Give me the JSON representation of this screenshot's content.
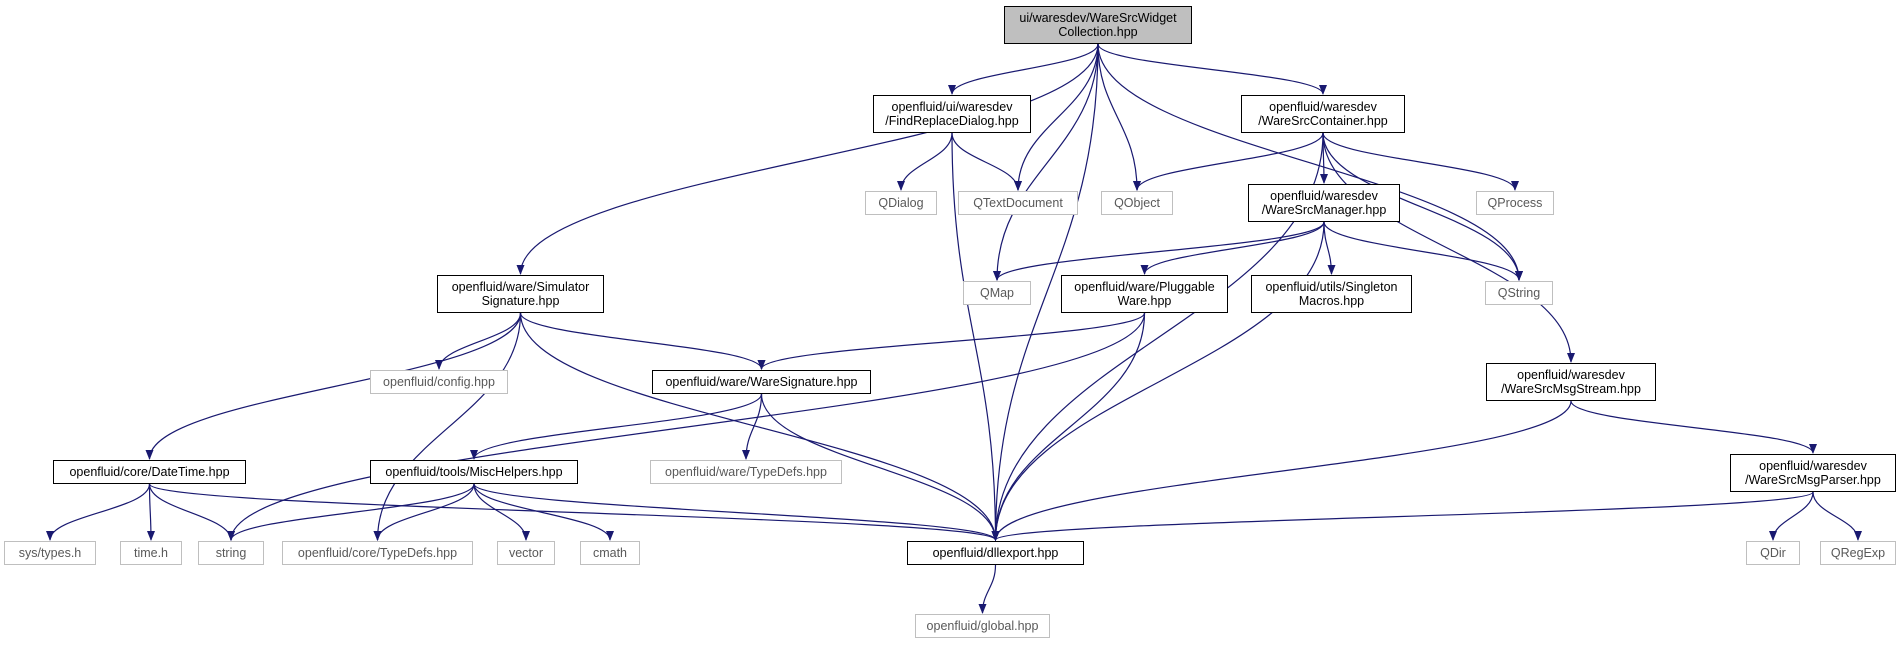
{
  "colors": {
    "edge": "#191970",
    "node_border": "#000000",
    "ext_border": "#bfbfbf",
    "root_fill": "#bfbfbf"
  },
  "nodes": [
    {
      "id": "root",
      "label": "ui/waresdev/WareSrcWidget\nCollection.hpp",
      "kind": "root"
    },
    {
      "id": "frd",
      "label": "openfluid/ui/waresdev\n/FindReplaceDialog.hpp",
      "kind": "file"
    },
    {
      "id": "wsc",
      "label": "openfluid/waresdev\n/WareSrcContainer.hpp",
      "kind": "file"
    },
    {
      "id": "qdialog",
      "label": "QDialog",
      "kind": "external"
    },
    {
      "id": "qtextdoc",
      "label": "QTextDocument",
      "kind": "external"
    },
    {
      "id": "qobject",
      "label": "QObject",
      "kind": "external"
    },
    {
      "id": "qprocess",
      "label": "QProcess",
      "kind": "external"
    },
    {
      "id": "wsm",
      "label": "openfluid/waresdev\n/WareSrcManager.hpp",
      "kind": "file"
    },
    {
      "id": "simsig",
      "label": "openfluid/ware/Simulator\nSignature.hpp",
      "kind": "file"
    },
    {
      "id": "qmap",
      "label": "QMap",
      "kind": "external"
    },
    {
      "id": "pluggable",
      "label": "openfluid/ware/Pluggable\nWare.hpp",
      "kind": "file"
    },
    {
      "id": "singleton",
      "label": "openfluid/utils/Singleton\nMacros.hpp",
      "kind": "file"
    },
    {
      "id": "qstring",
      "label": "QString",
      "kind": "external"
    },
    {
      "id": "config",
      "label": "openfluid/config.hpp",
      "kind": "external"
    },
    {
      "id": "waresig",
      "label": "openfluid/ware/WareSignature.hpp",
      "kind": "file"
    },
    {
      "id": "msgstream",
      "label": "openfluid/waresdev\n/WareSrcMsgStream.hpp",
      "kind": "file"
    },
    {
      "id": "datetime",
      "label": "openfluid/core/DateTime.hpp",
      "kind": "file"
    },
    {
      "id": "misc",
      "label": "openfluid/tools/MiscHelpers.hpp",
      "kind": "file"
    },
    {
      "id": "waretypedefs",
      "label": "openfluid/ware/TypeDefs.hpp",
      "kind": "external"
    },
    {
      "id": "msgparser",
      "label": "openfluid/waresdev\n/WareSrcMsgParser.hpp",
      "kind": "file"
    },
    {
      "id": "systypes",
      "label": "sys/types.h",
      "kind": "external"
    },
    {
      "id": "timeh",
      "label": "time.h",
      "kind": "external"
    },
    {
      "id": "string",
      "label": "string",
      "kind": "external"
    },
    {
      "id": "coretypedefs",
      "label": "openfluid/core/TypeDefs.hpp",
      "kind": "external"
    },
    {
      "id": "vector",
      "label": "vector",
      "kind": "external"
    },
    {
      "id": "cmath",
      "label": "cmath",
      "kind": "external"
    },
    {
      "id": "dllexport",
      "label": "openfluid/dllexport.hpp",
      "kind": "file"
    },
    {
      "id": "qdir",
      "label": "QDir",
      "kind": "external"
    },
    {
      "id": "qregexp",
      "label": "QRegExp",
      "kind": "external"
    },
    {
      "id": "global",
      "label": "openfluid/global.hpp",
      "kind": "external"
    }
  ],
  "edges": [
    [
      "root",
      "frd"
    ],
    [
      "root",
      "wsc"
    ],
    [
      "root",
      "qtextdoc"
    ],
    [
      "root",
      "qobject"
    ],
    [
      "root",
      "simsig"
    ],
    [
      "root",
      "qmap"
    ],
    [
      "root",
      "qstring"
    ],
    [
      "root",
      "dllexport"
    ],
    [
      "frd",
      "qdialog"
    ],
    [
      "frd",
      "qtextdoc"
    ],
    [
      "frd",
      "dllexport"
    ],
    [
      "wsc",
      "qobject"
    ],
    [
      "wsc",
      "wsm"
    ],
    [
      "wsc",
      "qprocess"
    ],
    [
      "wsc",
      "qstring"
    ],
    [
      "wsc",
      "msgstream"
    ],
    [
      "wsc",
      "dllexport"
    ],
    [
      "wsm",
      "qmap"
    ],
    [
      "wsm",
      "pluggable"
    ],
    [
      "wsm",
      "singleton"
    ],
    [
      "wsm",
      "qstring"
    ],
    [
      "wsm",
      "dllexport"
    ],
    [
      "simsig",
      "config"
    ],
    [
      "simsig",
      "waresig"
    ],
    [
      "simsig",
      "datetime"
    ],
    [
      "simsig",
      "coretypedefs"
    ],
    [
      "simsig",
      "dllexport"
    ],
    [
      "pluggable",
      "waresig"
    ],
    [
      "pluggable",
      "string"
    ],
    [
      "pluggable",
      "dllexport"
    ],
    [
      "waresig",
      "misc"
    ],
    [
      "waresig",
      "waretypedefs"
    ],
    [
      "waresig",
      "dllexport"
    ],
    [
      "msgstream",
      "msgparser"
    ],
    [
      "msgstream",
      "dllexport"
    ],
    [
      "datetime",
      "systypes"
    ],
    [
      "datetime",
      "timeh"
    ],
    [
      "datetime",
      "string"
    ],
    [
      "datetime",
      "dllexport"
    ],
    [
      "misc",
      "string"
    ],
    [
      "misc",
      "coretypedefs"
    ],
    [
      "misc",
      "vector"
    ],
    [
      "misc",
      "cmath"
    ],
    [
      "misc",
      "dllexport"
    ],
    [
      "msgparser",
      "qdir"
    ],
    [
      "msgparser",
      "qregexp"
    ],
    [
      "msgparser",
      "dllexport"
    ],
    [
      "dllexport",
      "global"
    ]
  ]
}
